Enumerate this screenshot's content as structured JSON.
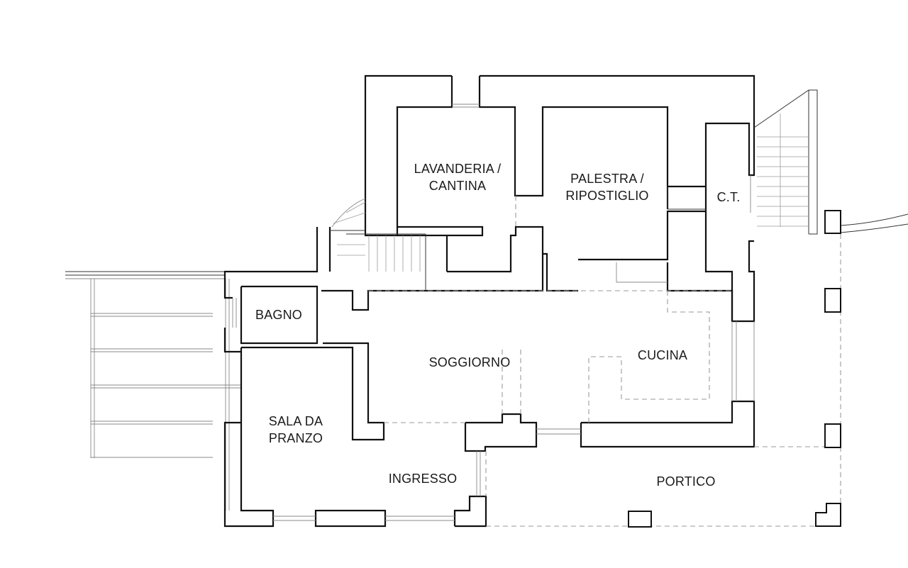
{
  "rooms": {
    "lavanderia": "LAVANDERIA /\nCANTINA",
    "palestra": "PALESTRA /\nRIPOSTIGLIO",
    "ct": "C.T.",
    "bagno": "BAGNO",
    "soggiorno": "SOGGIORNO",
    "cucina": "CUCINA",
    "sala_da_pranzo": "SALA DA\nPRANZO",
    "ingresso": "INGRESSO",
    "portico": "PORTICO"
  },
  "colors": {
    "wall": "#111111",
    "background": "#ffffff",
    "dashed_line": "#9a9a9a"
  }
}
